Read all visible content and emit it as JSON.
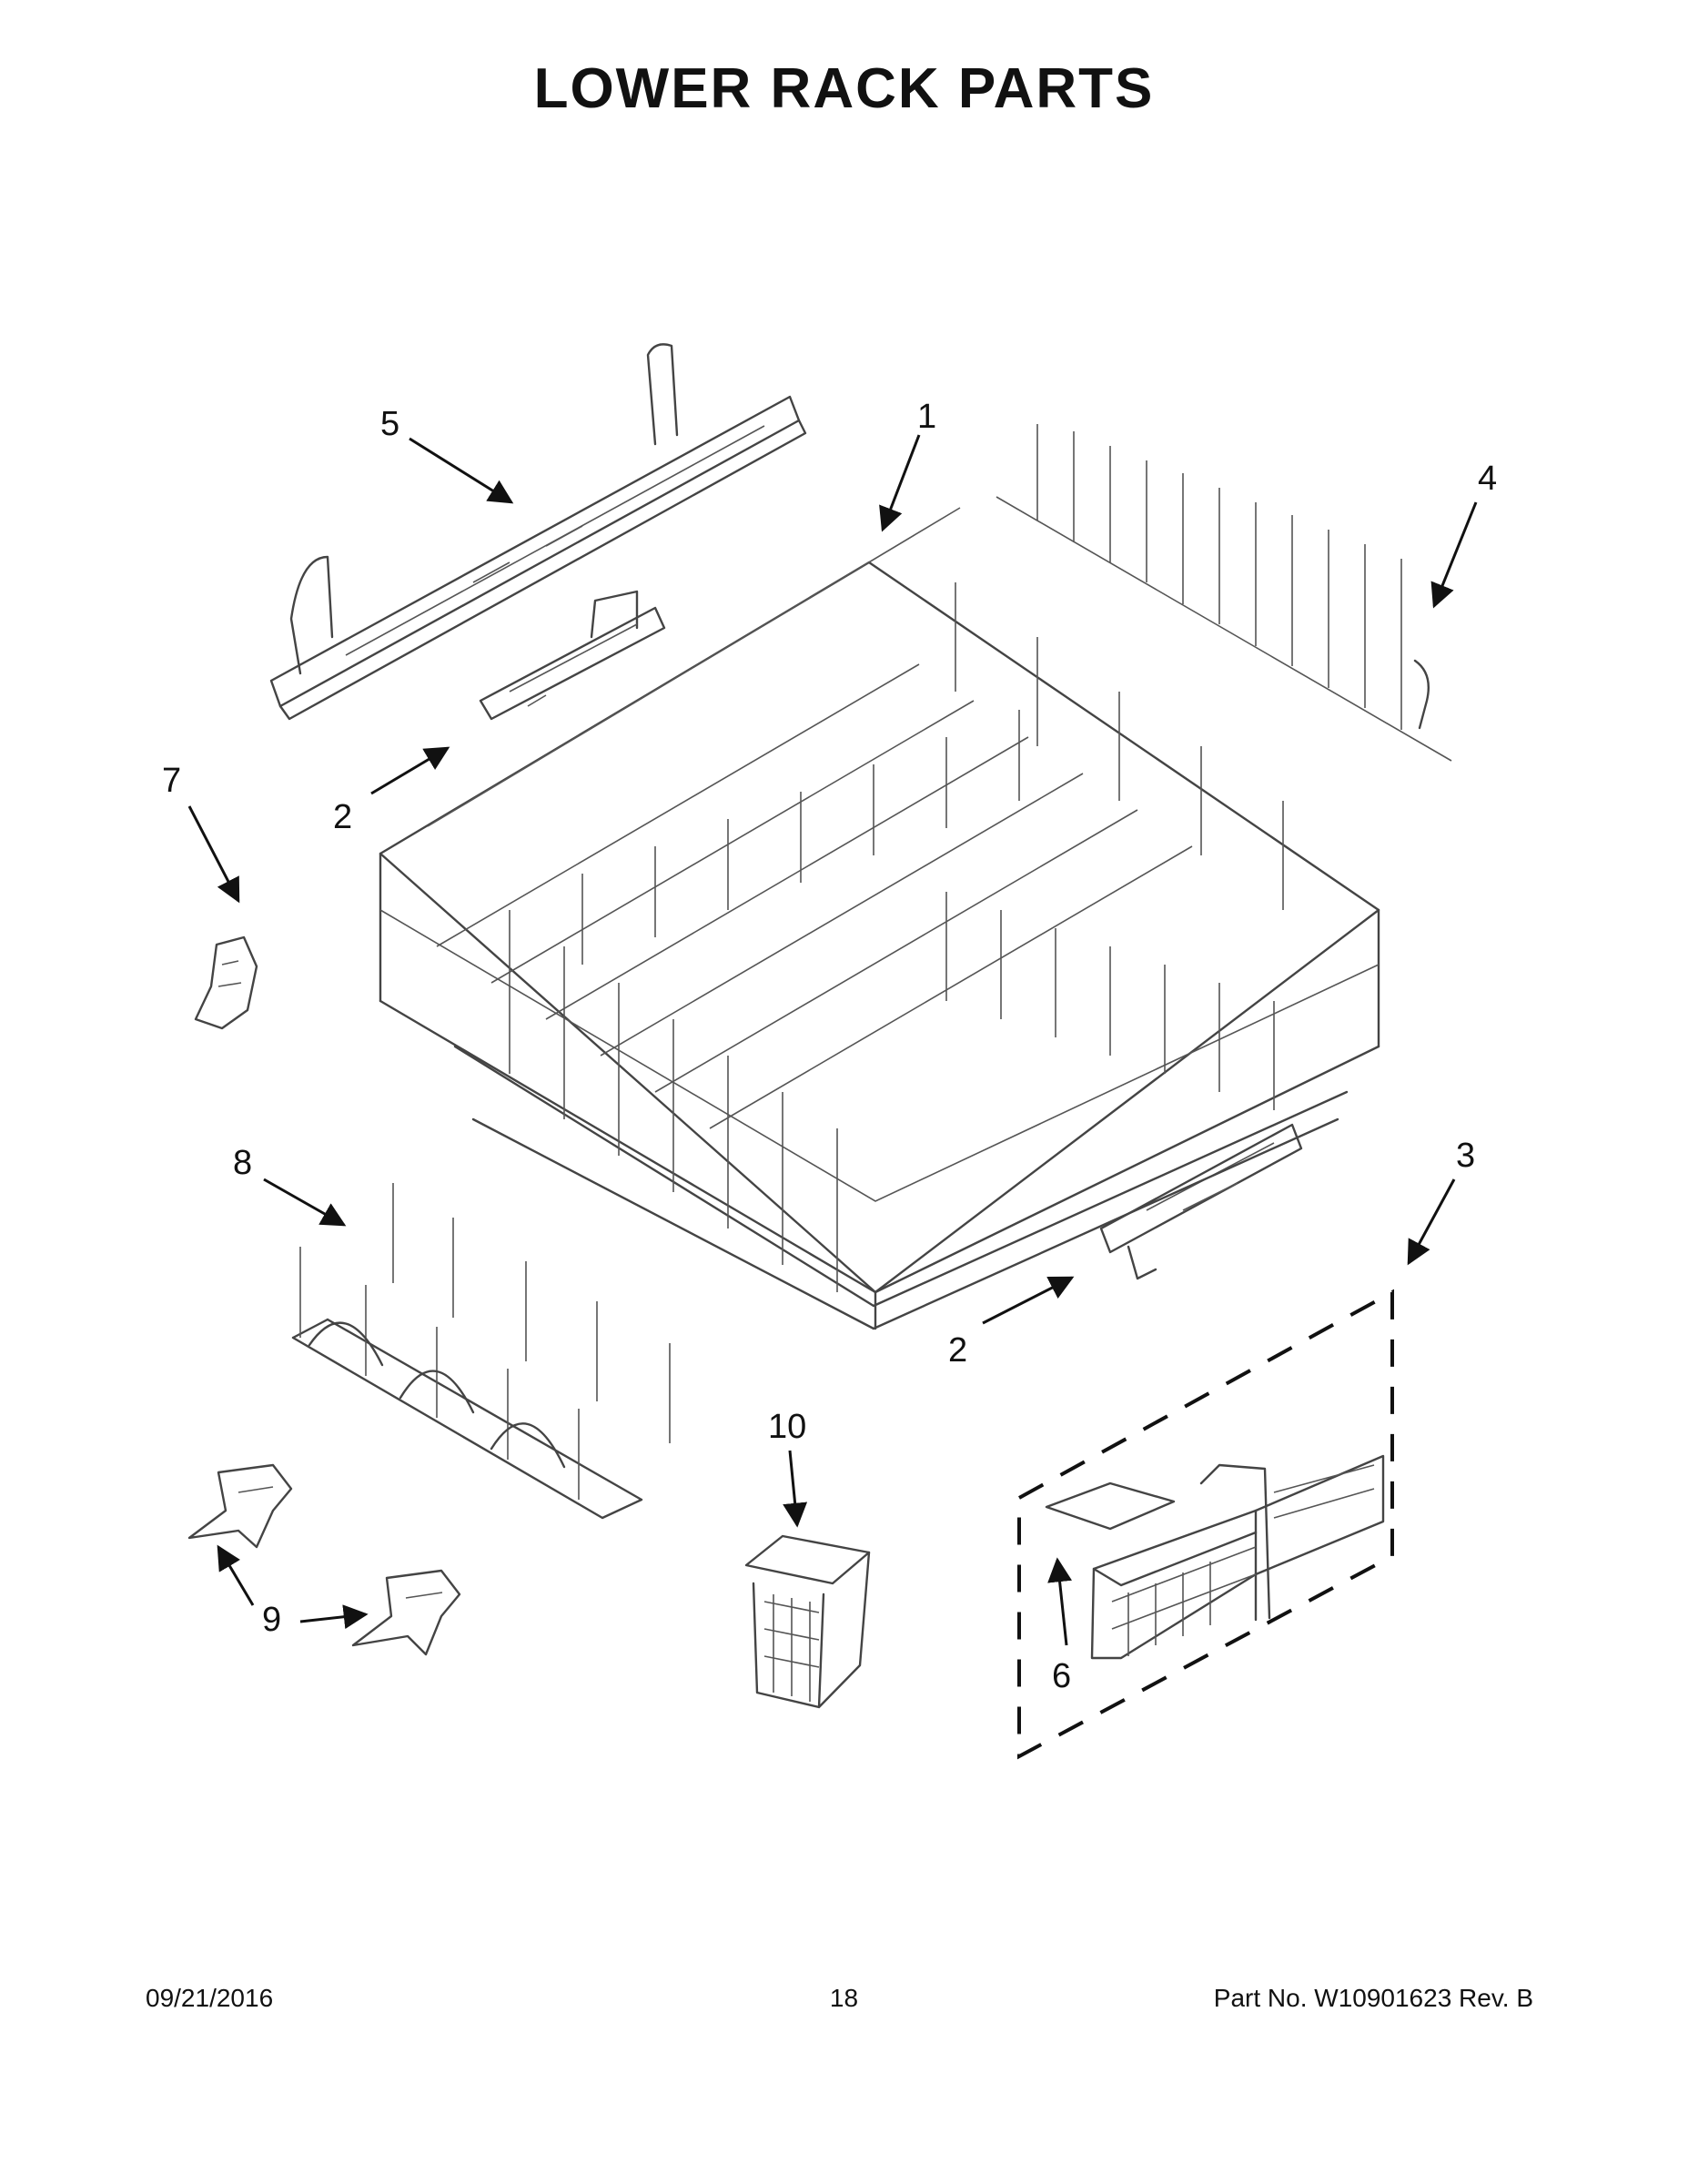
{
  "title": "LOWER RACK PARTS",
  "callouts": {
    "c1": "1",
    "c2a": "2",
    "c2b": "2",
    "c3": "3",
    "c4": "4",
    "c5": "5",
    "c6": "6",
    "c7": "7",
    "c8": "8",
    "c9": "9",
    "c10": "10"
  },
  "footer": {
    "date": "09/21/2016",
    "page": "18",
    "part": "Part No.  W10901623  Rev.  B"
  }
}
